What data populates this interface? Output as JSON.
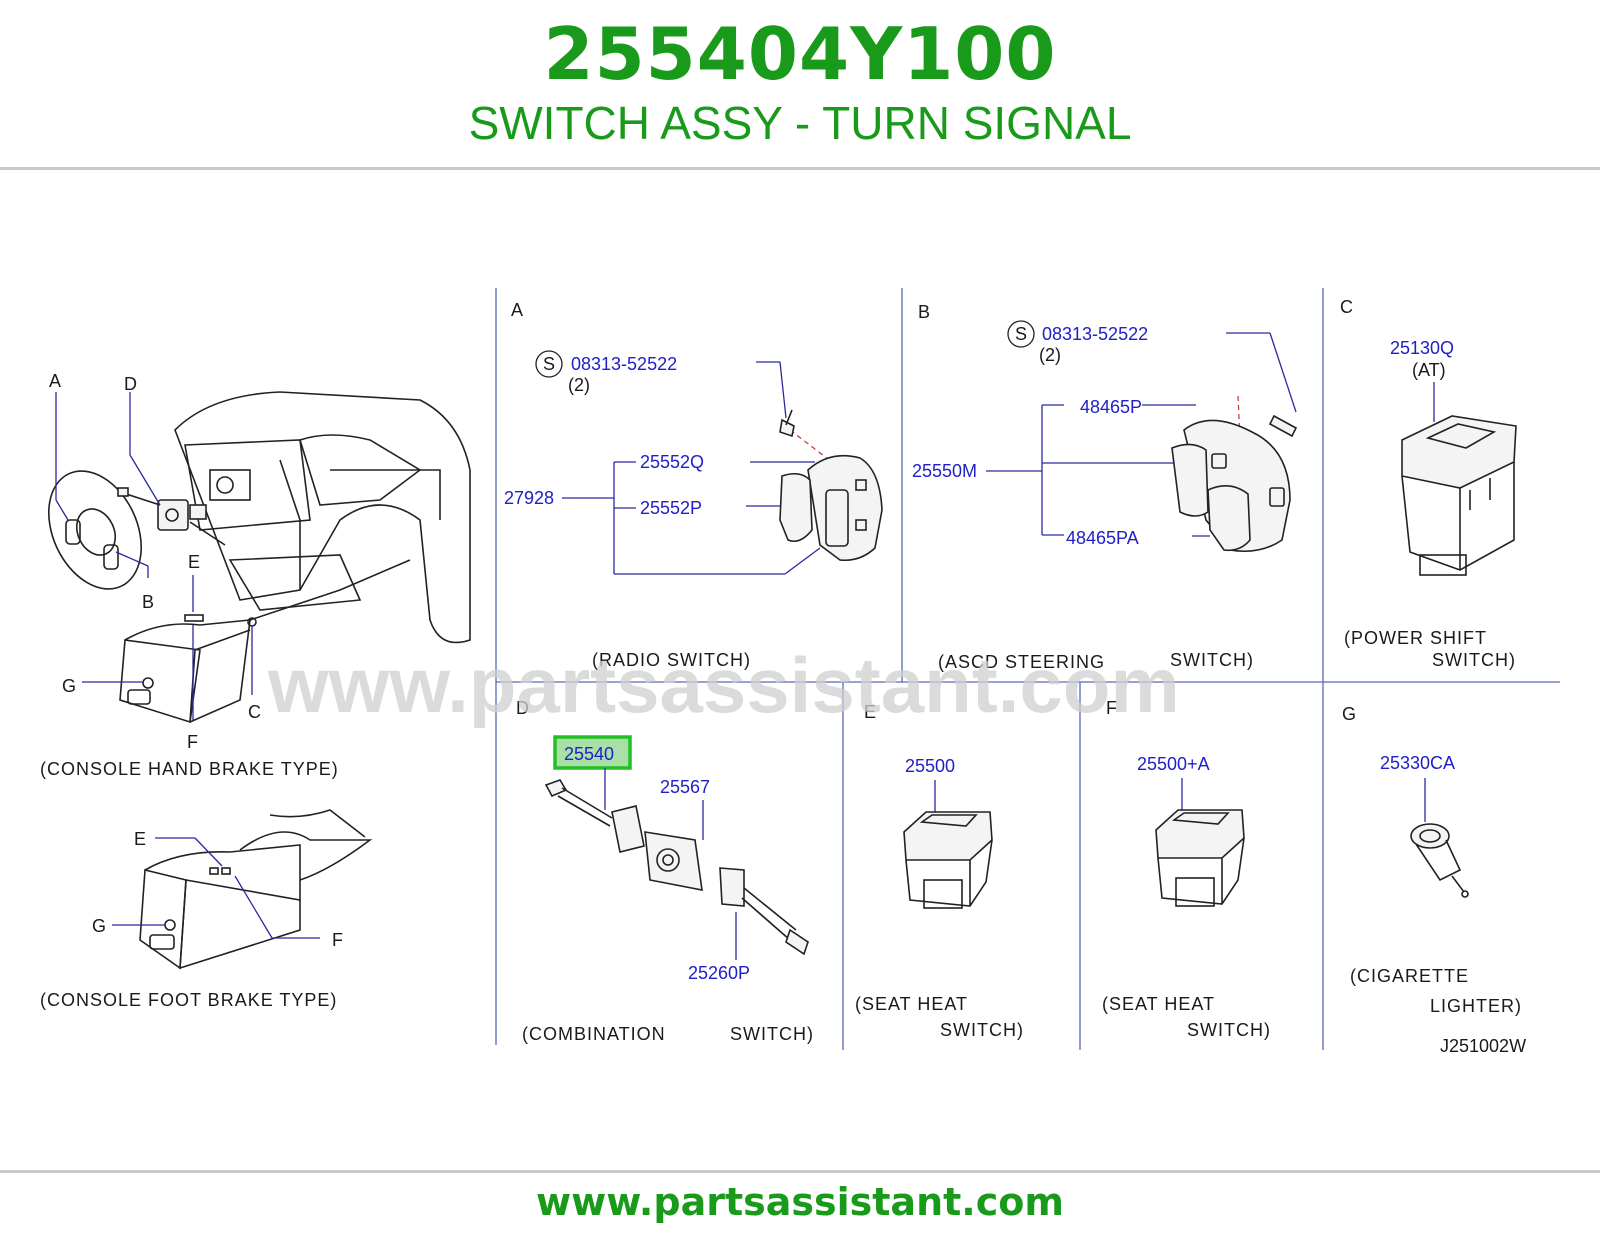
{
  "header": {
    "part_number": "255404Y100",
    "part_name": "SWITCH ASSY - TURN SIGNAL"
  },
  "watermark": "www.partsassistant.com",
  "footer": {
    "url": "www.partsassistant.com"
  },
  "colors": {
    "brand_green": "#1a9a1a",
    "part_blue": "#2020c8",
    "highlight": "#22c022"
  },
  "diagram": {
    "overview": {
      "callouts": {
        "a": "A",
        "b": "B",
        "c": "C",
        "d": "D",
        "e": "E",
        "f": "F",
        "g": "G"
      },
      "caption_hand": "(CONSOLE   HAND   BRAKE   TYPE)",
      "callouts_foot": {
        "e": "E",
        "f": "F",
        "g": "G"
      },
      "caption_foot": "(CONSOLE   FOOT   BRAKE   TYPE)"
    },
    "panel_a": {
      "letter": "A",
      "screw_symbol": "S",
      "screw_part": "08313-52522",
      "screw_qty": "(2)",
      "p_27928": "27928",
      "p_25552q": "25552Q",
      "p_25552p": "25552P",
      "caption": "(RADIO   SWITCH)"
    },
    "panel_b": {
      "letter": "B",
      "screw_symbol": "S",
      "screw_part": "08313-52522",
      "screw_qty": "(2)",
      "p_48465p": "48465P",
      "p_25550m": "25550M",
      "p_48465pa": "48465PA",
      "caption_1": "(ASCD   STEERING",
      "caption_2": "SWITCH)"
    },
    "panel_c": {
      "letter": "C",
      "p_25130q": "25130Q",
      "qualifier": "(AT)",
      "caption_1": "(POWER   SHIFT",
      "caption_2": "SWITCH)"
    },
    "panel_d": {
      "letter": "D",
      "p_25540": "25540",
      "p_25567": "25567",
      "p_25260p": "25260P",
      "caption_1": "(COMBINATION",
      "caption_2": "SWITCH)"
    },
    "panel_e": {
      "letter": "E",
      "p_25500": "25500",
      "caption_1": "(SEAT   HEAT",
      "caption_2": "SWITCH)"
    },
    "panel_f": {
      "letter": "F",
      "p_25500a": "25500+A",
      "caption_1": "(SEAT   HEAT",
      "caption_2": "SWITCH)"
    },
    "panel_g": {
      "letter": "G",
      "p_25330ca": "25330CA",
      "caption_1": "(CIGARETTE",
      "caption_2": "LIGHTER)",
      "drawing_code": "J251002W"
    }
  }
}
